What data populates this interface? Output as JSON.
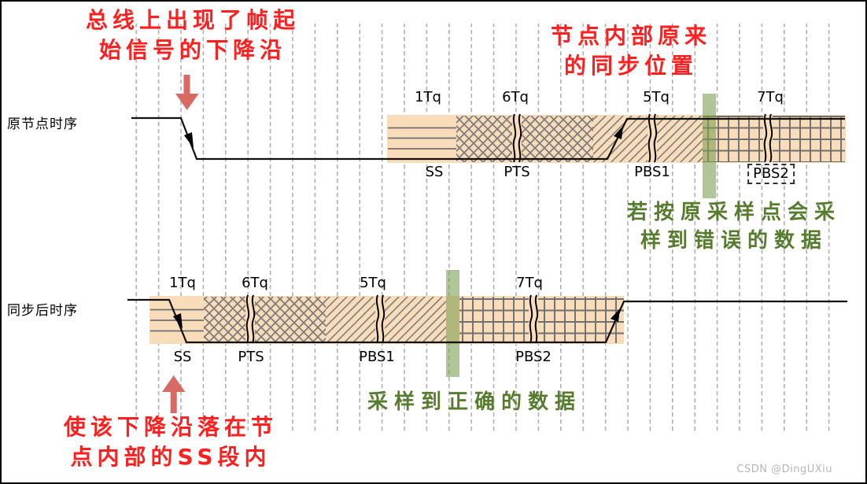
{
  "colors": {
    "band": "#F9DDBA",
    "hatch_gray": "#7d7d7d",
    "gridline_gray": "#b0b0b0",
    "signal_black": "#111111",
    "green_bar": "#7da050",
    "red_text": "#ff1f1f",
    "red_arrow": "#d96a63",
    "green_text": "#567d2e",
    "watermark_gray": "#b5b5b5"
  },
  "watermark": "CSDN @DingUXiu",
  "annotations": {
    "bus_falling_edge": {
      "line1": "总线上出现了帧起",
      "line2": "始信号的下降沿"
    },
    "original_sync_position": {
      "line1": "节点内部原来",
      "line2": "的同步位置"
    },
    "wrong_sample": {
      "line1": "若按原采样点会采",
      "line2": "样到错误的数据"
    },
    "correct_sample": {
      "line1": "采样到正确的数据"
    },
    "falling_edge_in_ss": {
      "line1": "使该下降沿落在节",
      "line2": "点内部的SS段内"
    }
  },
  "diagrams": {
    "top": {
      "label": "原节点时序",
      "tq_labels": [
        "1Tq",
        "6Tq",
        "5Tq",
        "7Tq"
      ],
      "segments": [
        "SS",
        "PTS",
        "PBS1",
        "PBS2"
      ]
    },
    "bottom": {
      "label": "同步后时序",
      "tq_labels": [
        "1Tq",
        "6Tq",
        "5Tq",
        "7Tq"
      ],
      "segments": [
        "SS",
        "PTS",
        "PBS1",
        "PBS2"
      ]
    }
  }
}
